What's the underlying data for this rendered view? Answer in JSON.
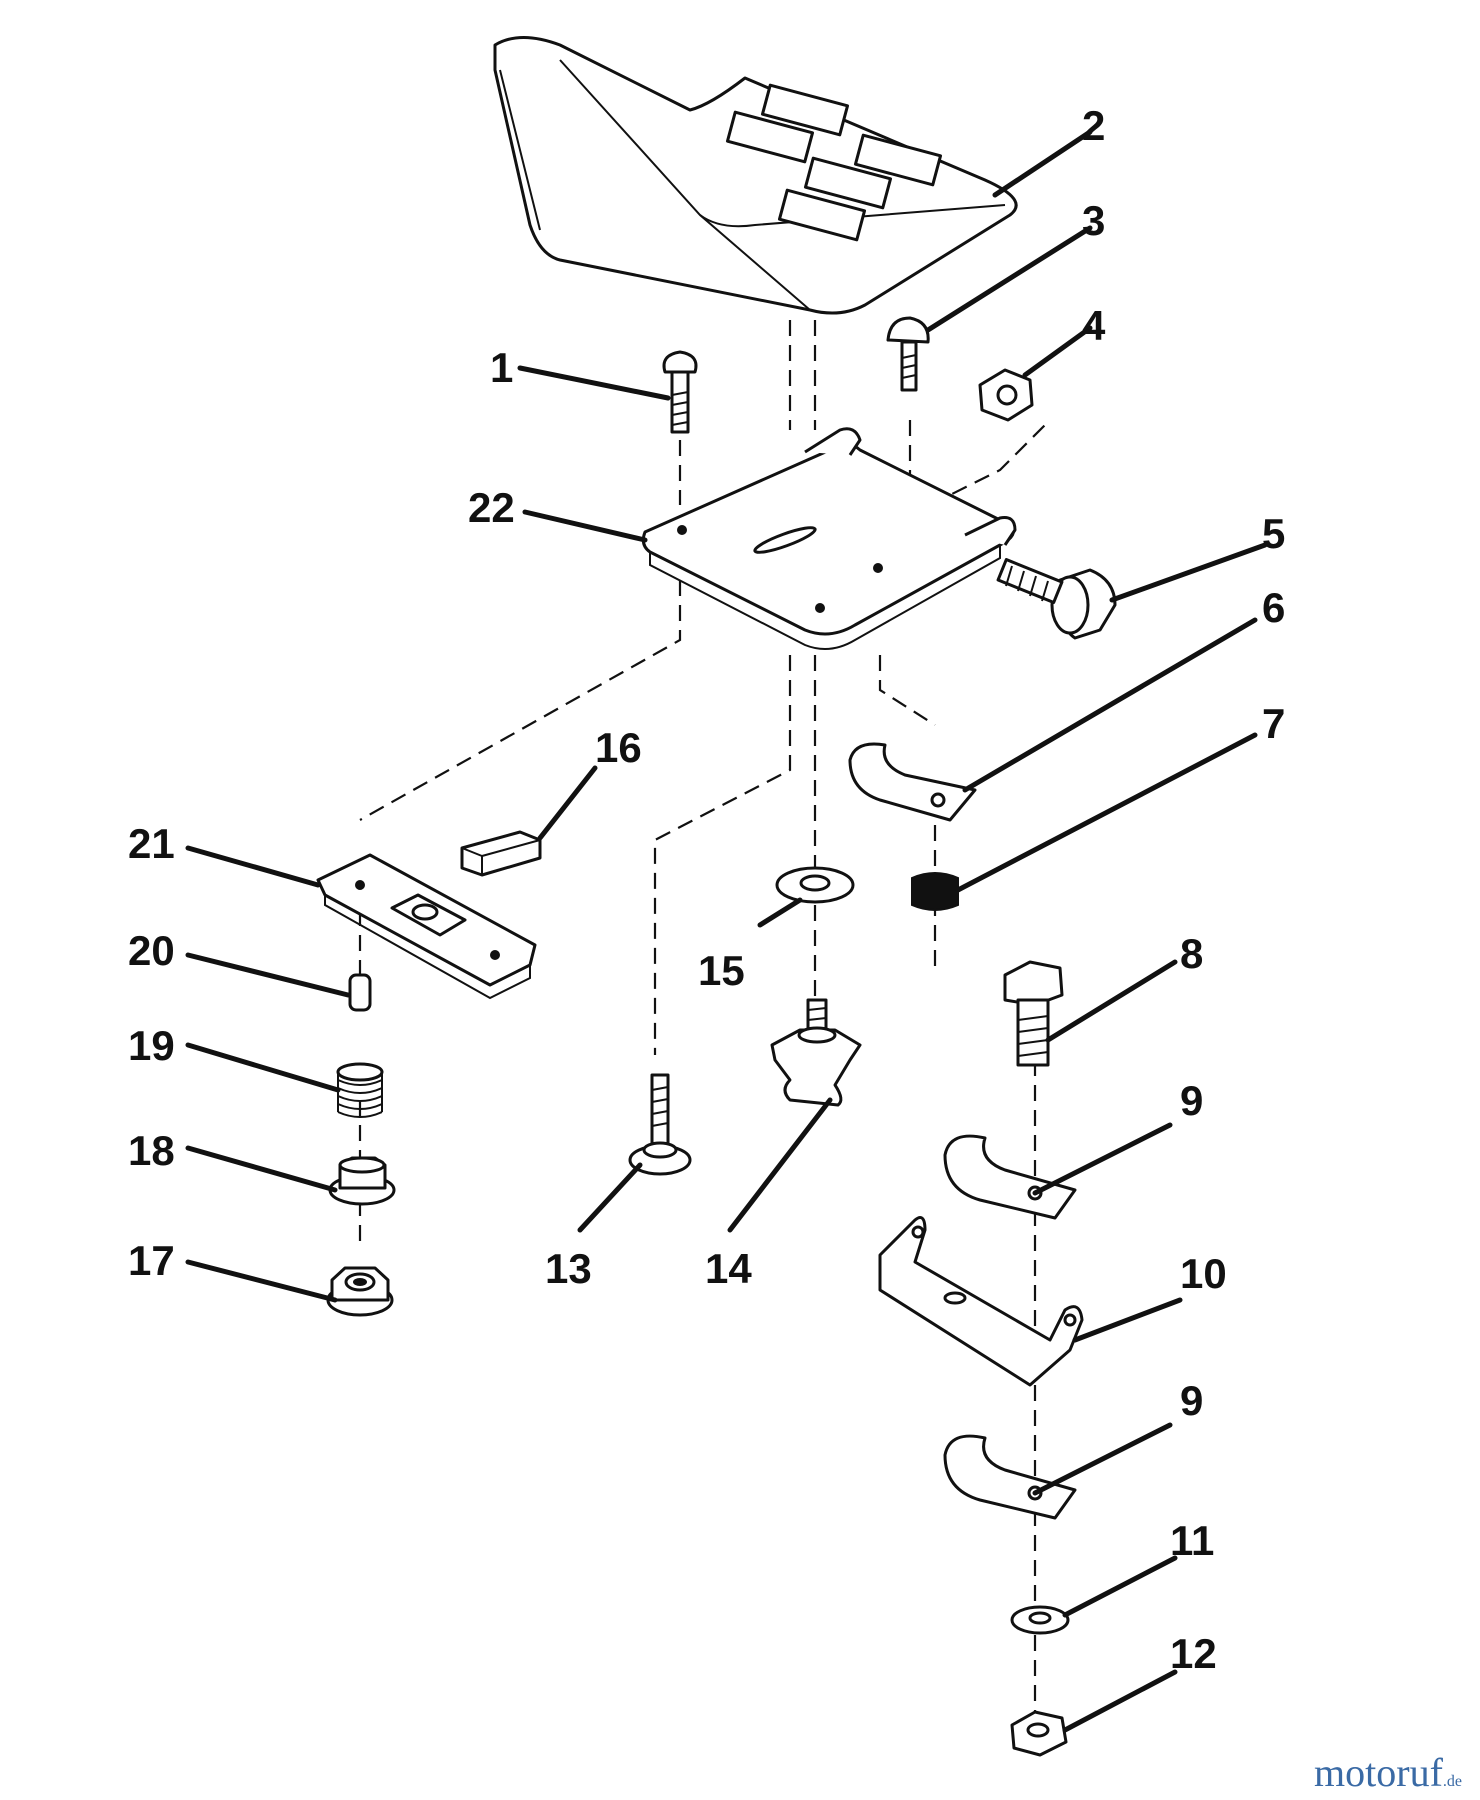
{
  "callouts": [
    {
      "num": "1"
    },
    {
      "num": "2"
    },
    {
      "num": "3"
    },
    {
      "num": "4"
    },
    {
      "num": "5"
    },
    {
      "num": "6"
    },
    {
      "num": "7"
    },
    {
      "num": "8"
    },
    {
      "num": "9"
    },
    {
      "num": "10"
    },
    {
      "num": "9"
    },
    {
      "num": "11"
    },
    {
      "num": "12"
    },
    {
      "num": "13"
    },
    {
      "num": "14"
    },
    {
      "num": "15"
    },
    {
      "num": "16"
    },
    {
      "num": "17"
    },
    {
      "num": "18"
    },
    {
      "num": "19"
    },
    {
      "num": "20"
    },
    {
      "num": "21"
    },
    {
      "num": "22"
    }
  ],
  "watermark": {
    "name": "motoruf",
    "suffix": ".de",
    "color": "#3a6aa5"
  }
}
